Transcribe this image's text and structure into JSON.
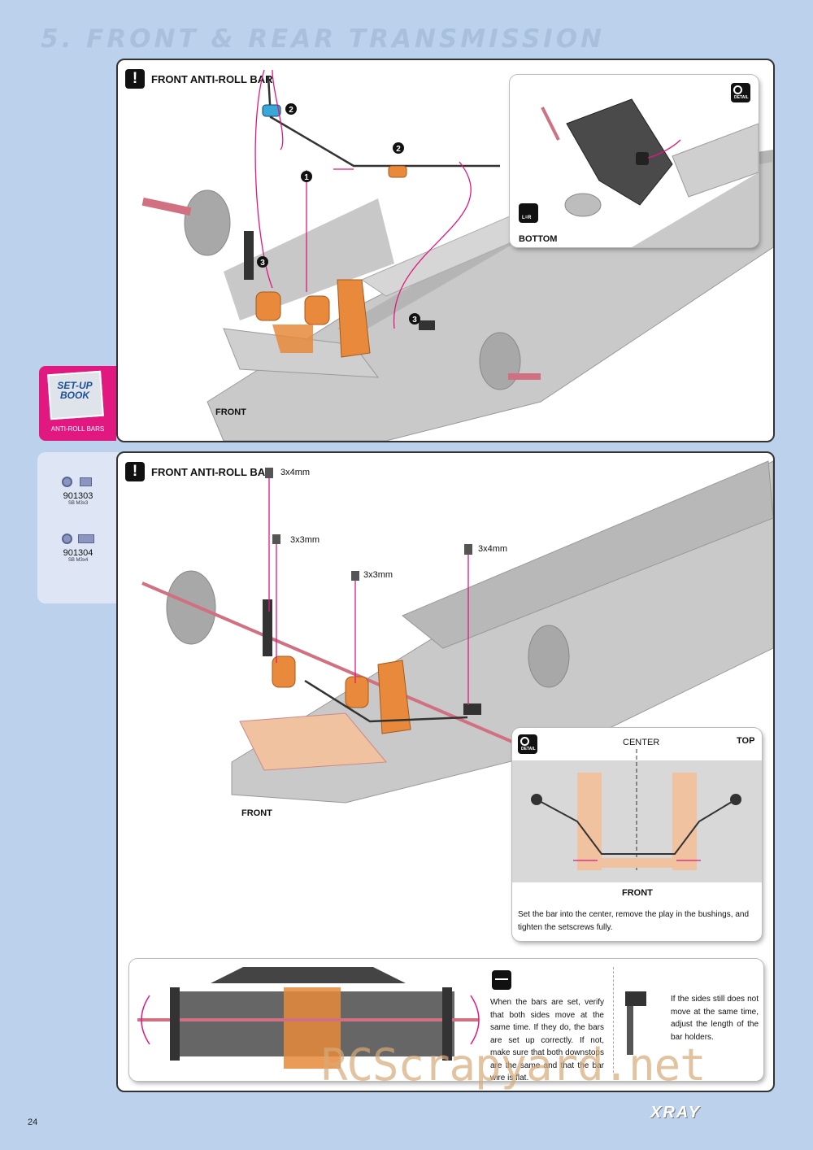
{
  "page": {
    "section_title": "5. FRONT & REAR TRANSMISSION",
    "page_number": "24",
    "brand": "XRAY",
    "watermark": "RCScrapyard.net"
  },
  "step1": {
    "title": "FRONT ANTI-ROLL BAR",
    "markers": [
      "1",
      "2",
      "2",
      "3",
      "3"
    ],
    "view_label": "FRONT",
    "detail_inset": {
      "detail_icon": "detail-icon",
      "detail_word": "DETAIL",
      "lr_text": "L=R",
      "view_label": "BOTTOM"
    },
    "setup_book": {
      "title": "SET-UP BOOK",
      "caption": "ANTI-ROLL BARS"
    }
  },
  "parts": [
    {
      "number": "901303",
      "desc": "SB M3x3"
    },
    {
      "number": "901304",
      "desc": "SB M3x4"
    }
  ],
  "step2": {
    "title": "FRONT ANTI-ROLL BAR",
    "screw_labels": [
      "3x4mm",
      "3x3mm",
      "3x3mm",
      "3x4mm"
    ],
    "view_label": "FRONT",
    "top_inset": {
      "detail_word": "DETAIL",
      "center_label": "CENTER",
      "view_label": "TOP",
      "front_label": "FRONT",
      "note": "Set the bar into the center, remove the play in the bushings, and tighten the setscrews fully."
    },
    "bottom_inset": {
      "note_left": "When the bars are set, verify that both sides move at the same time. If they do, the bars are set up correctly. If not, make sure that both downstops are the same and that the bar wire is flat.",
      "note_right": "If the sides still does not move at the same time, adjust the length of the bar holders."
    }
  },
  "colors": {
    "background": "#bcd2ec",
    "accent_pink": "#e0187f",
    "part_orange": "#e8893b",
    "chassis_gray": "#9a9a9a"
  }
}
